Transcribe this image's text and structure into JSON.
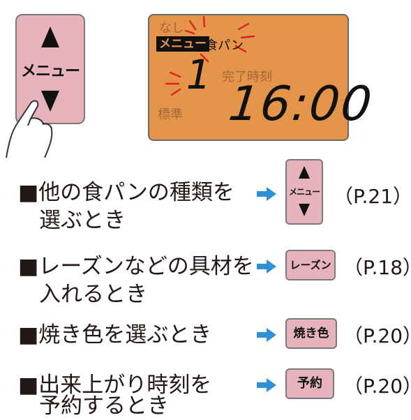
{
  "big_button": {
    "label": "メニュー"
  },
  "lcd": {
    "nashi": "なし",
    "menu_tag": "メニュー",
    "bread": "食パン",
    "menu_number": "1",
    "completion_label": "完了時刻",
    "mode": "標準",
    "time": "16:00",
    "background_color": "#e5954a"
  },
  "rows": [
    {
      "bullet": "■",
      "line1": "他の食パンの種類を",
      "line2": "選ぶとき",
      "button": "メニュー",
      "page": "（P.21）",
      "button_icons": [
        "triangle-up-icon",
        "triangle-down-icon"
      ]
    },
    {
      "bullet": "■",
      "line1": "レーズンなどの具材を",
      "line2": "入れるとき",
      "button": "レーズン",
      "page": "（P.18）"
    },
    {
      "bullet": "■",
      "line1": "焼き色を選ぶとき",
      "line2": "",
      "button": "焼き色",
      "page": "（P.20）"
    },
    {
      "bullet": "■",
      "line1": "出来上がり時刻を",
      "line2": "予約するとき",
      "button": "予約",
      "page": "（P.20）"
    }
  ],
  "colors": {
    "button_pink": "#e6b3bd",
    "arrow_blue": "#2f8fd6",
    "spark_red": "#e02020"
  }
}
